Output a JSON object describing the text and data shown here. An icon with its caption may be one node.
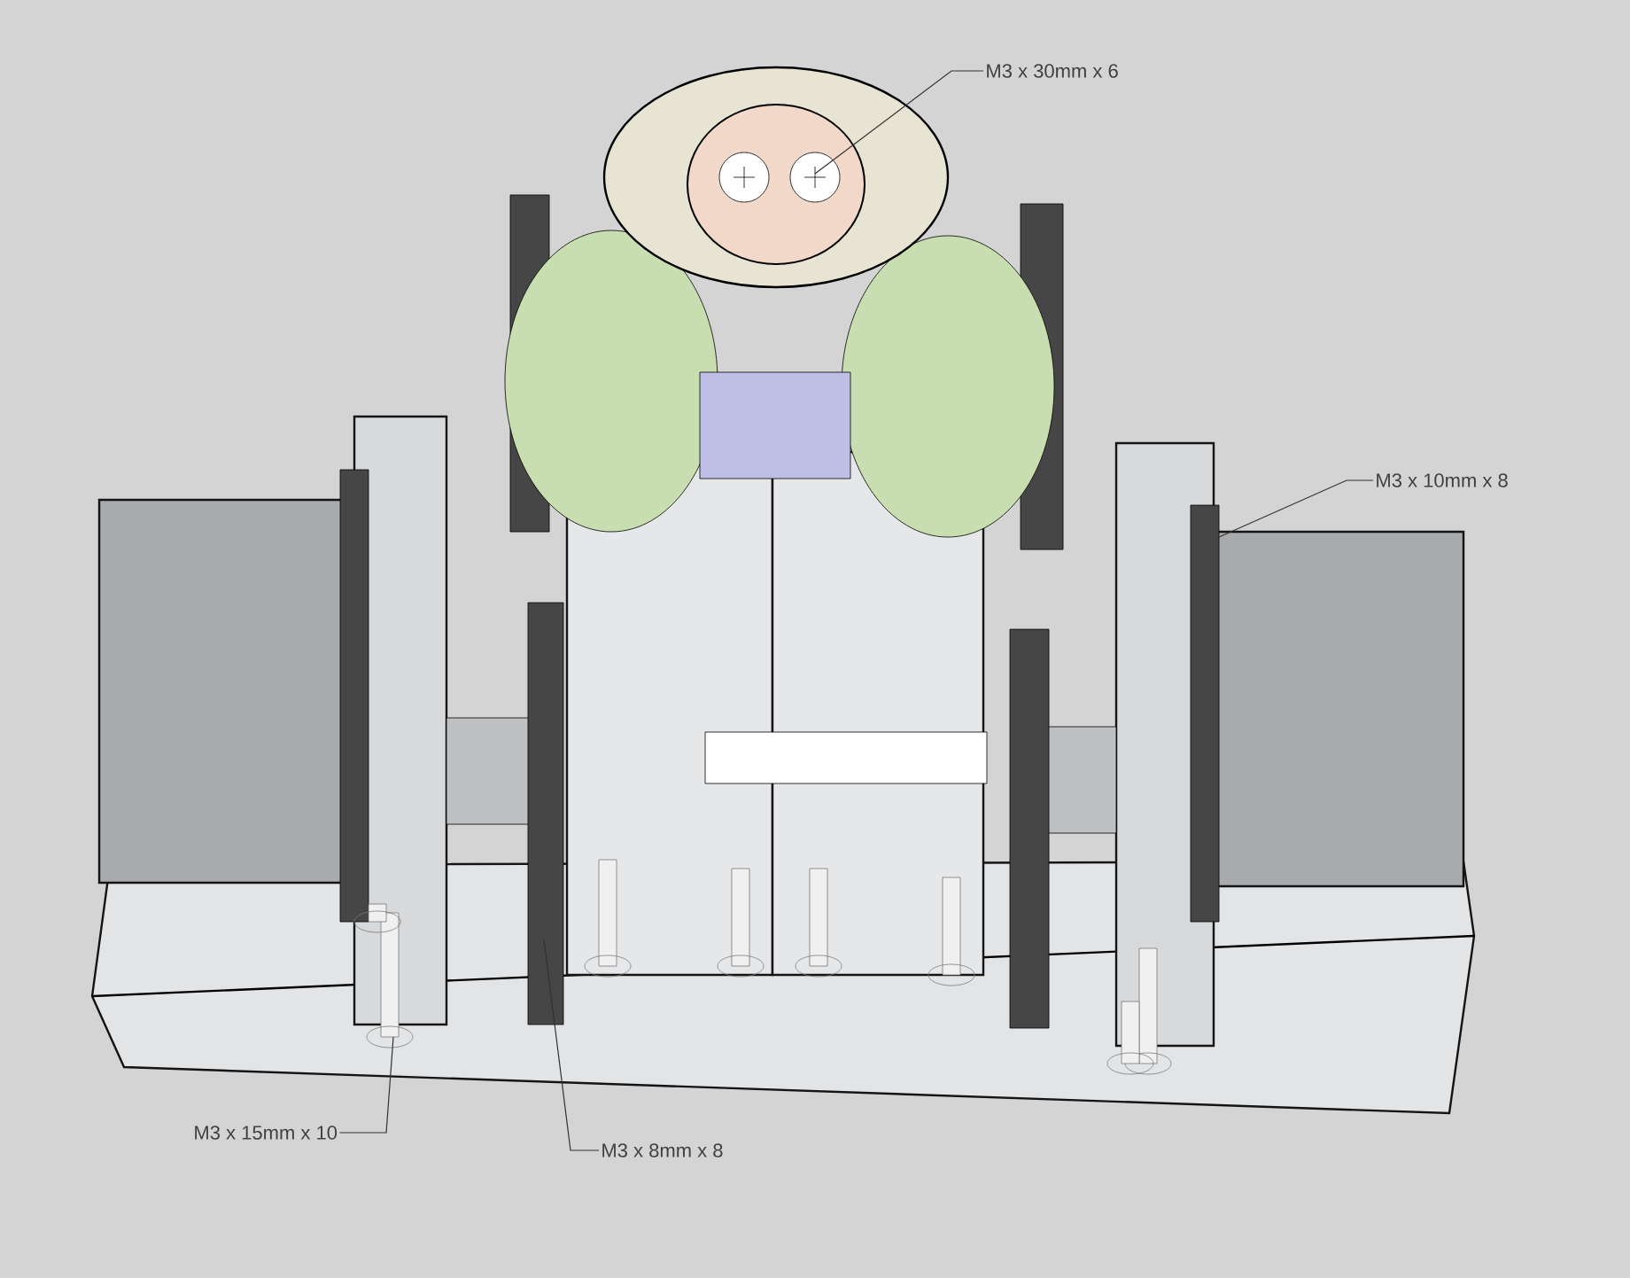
{
  "diagram": {
    "nodes": [
      {
        "text": [
          "M3 x 30mm x 6"
        ]
      },
      {
        "text": [
          "M3 x 10mm x 8"
        ]
      },
      {
        "text": [
          "M3 x 15mm x 10"
        ]
      },
      {
        "text": [
          "M3 x 8mm x 8"
        ]
      }
    ],
    "edges": [
      {
        "from": 0,
        "to": null,
        "arrow": "none"
      },
      {
        "from": 1,
        "to": null,
        "arrow": "none"
      },
      {
        "from": 2,
        "to": null,
        "arrow": "none"
      },
      {
        "from": 3,
        "to": null,
        "arrow": "none"
      }
    ]
  }
}
